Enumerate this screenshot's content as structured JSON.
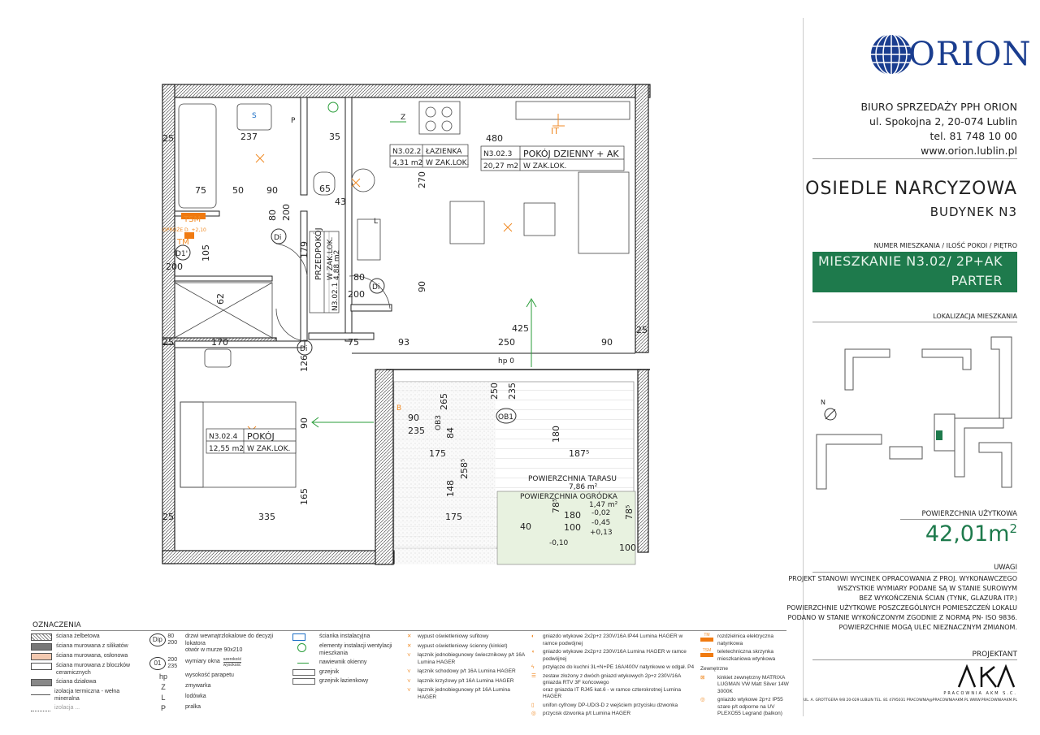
{
  "brand": {
    "logo_text": "ORION",
    "color": "#1a3d8f"
  },
  "office": {
    "name": "BIURO SPRZEDAŻY PPH ORION",
    "address": "ul. Spokojna 2, 20-074 Lublin",
    "phone": "tel. 81 748 10 00",
    "website": "www.orion.lublin.pl"
  },
  "project": {
    "estate": "OSIEDLE NARCYZOWA",
    "building": "BUDYNEK N3"
  },
  "apartment": {
    "caption": "NUMER MIESZKANIA / ILOŚĆ POKOI / PIĘTRO",
    "line1": "MIESZKANIE N3.02/ 2P+AK",
    "line2": "PARTER",
    "accent": "#1e7a4c"
  },
  "location": {
    "caption": "LOKALIZACJA MIESZKANIA",
    "north": "N"
  },
  "area": {
    "caption": "POWIERZCHNIA UŻYTKOWA",
    "value": "42,01m",
    "unit_sup": "2",
    "color": "#1e7a4c"
  },
  "notes": {
    "caption": "UWAGI",
    "lines": [
      "PROJEKT STANOWI WYCINEK OPRACOWANIA Z PROJ. WYKONAWCZEGO",
      "WSZYSTKIE WYMIARY PODANE SĄ W STANIE SUROWYM",
      "BEZ WYKOŃCZENIA ŚCIAN (TYNK, GLAZURA ITP.)",
      "POWIERZCHNIE UŻYTKOWE POSZCZEGÓLNYCH POMIESZCZEŃ LOKALU",
      "PODANO W STANIE WYKOŃCZONYM ZGODNIE Z NORMĄ PN- ISO 9836.",
      "POWIERZCHNIE MOGĄ ULEC NIEZNACZNYM ZMIANOM."
    ]
  },
  "designer": {
    "caption": "PROJEKTANT",
    "logo_text": "AKM",
    "sub": "PRACOWNIA AKM S.C.",
    "contact": "UL. A. GROTTGERA 9/8  20-029 LUBLIN   TEL. 81 4795031   PRACOWNIA@PRACOWNIAAKM.PL   WWW.PRACOWNIAAKM.PL"
  },
  "rooms": [
    {
      "id": "N3.02.2",
      "name": "ŁAZIENKA",
      "area": "4,31 m2",
      "finish": "W ZAK.LOK."
    },
    {
      "id": "N3.02.3",
      "name": "POKÓJ DZIENNY + AK",
      "area": "20,27 m2",
      "finish": "W ZAK.LOK."
    },
    {
      "id": "N3.02.1",
      "name": "PRZEDPOKÓJ",
      "area": "4,88 m2",
      "finish": "W ZAK.LOK."
    },
    {
      "id": "N3.02.4",
      "name": "POKÓJ",
      "area": "12,55 m2",
      "finish": "W ZAK.LOK."
    }
  ],
  "outdoor": {
    "terrace_label": "POWIERZCHNIA TARASU",
    "terrace_area": "7,86 m²",
    "garden_label": "POWIERZCHNIA OGRÓDKA",
    "garden_area": "1,47 m²",
    "levels": [
      "-0,02",
      "-0,45",
      "+0,13",
      "-0,10"
    ],
    "parapet": "hp 0"
  },
  "plan_marks": {
    "tm": "TM",
    "tsm": "TSM",
    "di": "Di",
    "di1": "D1'",
    "ob1": "OB1",
    "ob3": "OB3",
    "it": "IT",
    "z": "Z",
    "l": "L",
    "p": "P",
    "s": "S",
    "b": "B",
    "oprozne": "OPROŻE D. +2,10"
  },
  "dimensions": [
    "237",
    "35",
    "480",
    "90",
    "50",
    "75",
    "65",
    "43",
    "80",
    "200",
    "179",
    "270",
    "80",
    "200",
    "90",
    "425",
    "250",
    "90",
    "170",
    "75",
    "93",
    "126",
    "90",
    "335",
    "165",
    "175",
    "187⁵",
    "180",
    "148",
    "258⁵",
    "175",
    "40",
    "180",
    "100",
    "78⁵",
    "78⁵",
    "100",
    "25",
    "25",
    "25",
    "25",
    "250",
    "235",
    "265",
    "84",
    "90",
    "235",
    "105",
    "200",
    "62"
  ],
  "legend": {
    "title": "OZNACZENIA",
    "walls": [
      "ściana żelbetowa",
      "ściana murowana z silikatów",
      "ściana murowana, osłonowa",
      "ściana murowana z bloczków ceramicznych",
      "ściana działowa",
      "izolacja termiczna - wełna mineralna",
      "izolacja ... "
    ],
    "door_symbol": "Dip",
    "door_top": "80",
    "door_bottom": "200",
    "door_desc1": "drzwi wewnątrzlokalowe do decyzji lokatora",
    "door_desc2": "otwór w murze 90x210",
    "window_symbol": "01",
    "window_top": "200",
    "window_bottom": "235",
    "window_desc": "wymiary okna",
    "window_frac_top": "szerokość",
    "window_frac_bottom": "wysokość",
    "symbols": [
      {
        "k": "hp",
        "v": "wysokość parapetu"
      },
      {
        "k": "Z",
        "v": "zmywarka"
      },
      {
        "k": "L",
        "v": "lodówka"
      },
      {
        "k": "P",
        "v": "pralka"
      }
    ],
    "install": [
      "ścianka instalacyjna",
      "elementy instalacji wentylacji mieszkania",
      "nawiewnik okienny",
      "grzejnik",
      "grzejnik łazienkowy"
    ],
    "electric1": [
      "wypust oświetleniowy sufitowy",
      "wypust oświetleniowy ścienny (kinkiet)",
      "łącznik jednobiegunowy świecznikowy  p/t 16A Lumina HAGER",
      "łącznik schodowy  p/t 16A Lumina HAGER",
      "łącznik krzyżowy  p/t 16A Lumina HAGER",
      "łącznik jednobiegunowy p/t 16A Lumina HAGER"
    ],
    "electric2": [
      "gniazdo wtykowe 2x2p+z 230V/16A IP44 Lumina HAGER w ramce podwójnej",
      "gniazdo wtykowe 2x2p+z 230V/16A Lumina HAGER w ramce podwójnej",
      "przyłącze do kuchni 3L+N+PE 16A/400V natynkowe w odgał. P4",
      "zestaw złożony z dwóch gniazd wtykowych 2p+z 230V/16A",
      "gniazda RTV 3F końcowego",
      "oraz gniazda IT RJ45 kat.6 - w ramce czterokrotnej Lumina HAGER",
      "unifon cyfrowy DP-UD/3-D z wejściem przycisku dzwonka",
      "przycisk dzwonka p/t Lumina HAGER"
    ],
    "electric3": [
      "rozdzielnica elektryczna natynkowa",
      "teletechniczna skrzynka mieszkaniowa wtynkowa"
    ],
    "tm": "TM",
    "tsm": "TSM",
    "outdoor_caption": "Zewnętrzne",
    "outdoor": [
      "kinkiet zewnętrzny MATRIXA LUGMAN VW Matt Silver 14W 3000K",
      "gniazdo wtykowe 2p+z IP55 szare p/t odporne na UV",
      "PLEXO55 Legrand (balkon)"
    ]
  }
}
